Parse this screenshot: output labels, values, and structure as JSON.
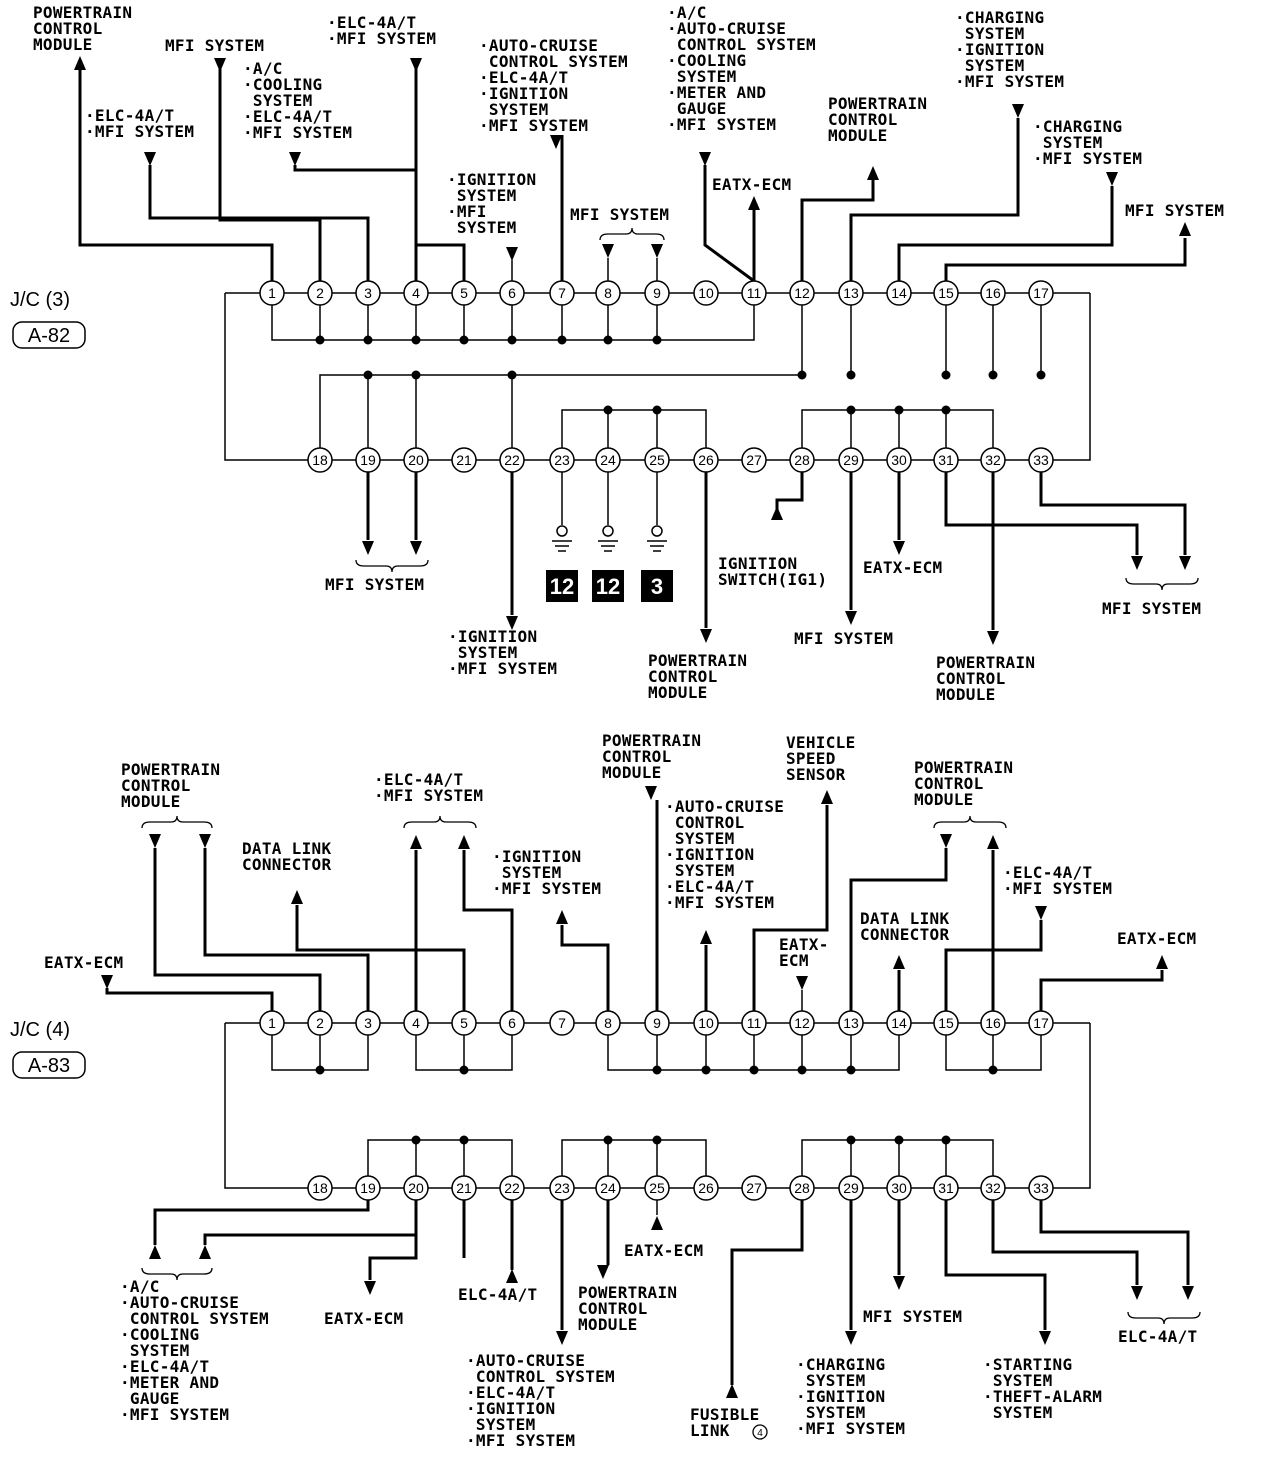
{
  "connectors": [
    {
      "name": "J/C (3)",
      "code": "A-82",
      "pins": [
        "1",
        "2",
        "3",
        "4",
        "5",
        "6",
        "7",
        "8",
        "9",
        "10",
        "11",
        "12",
        "13",
        "14",
        "15",
        "16",
        "17",
        "18",
        "19",
        "20",
        "21",
        "22",
        "23",
        "24",
        "25",
        "26",
        "27",
        "28",
        "29",
        "30",
        "31",
        "32",
        "33"
      ],
      "labels": [
        {
          "lines": [
            "POWERTRAIN",
            "CONTROL",
            "MODULE"
          ]
        },
        {
          "lines": [
            "MFI SYSTEM"
          ]
        },
        {
          "lines": [
            "·ELC-4A/T",
            "·MFI SYSTEM"
          ]
        },
        {
          "lines": [
            "·A/C",
            "·COOLING",
            "  SYSTEM",
            "·ELC-4A/T",
            "·MFI SYSTEM"
          ]
        },
        {
          "lines": [
            "·ELC-4A/T",
            "·MFI SYSTEM"
          ]
        },
        {
          "lines": [
            "·IGNITION",
            "  SYSTEM",
            "·MFI",
            "  SYSTEM"
          ]
        },
        {
          "lines": [
            "·AUTO-CRUISE",
            "  CONTROL SYSTEM",
            "·ELC-4A/T",
            "·IGNITION",
            "  SYSTEM",
            "·MFI SYSTEM"
          ]
        },
        {
          "lines": [
            "MFI SYSTEM"
          ]
        },
        {
          "lines": [
            "·A/C",
            "·AUTO-CRUISE",
            "  CONTROL SYSTEM",
            "·COOLING",
            "  SYSTEM",
            "·METER AND",
            "  GAUGE",
            "·MFI SYSTEM"
          ]
        },
        {
          "lines": [
            "EATX-ECM"
          ]
        },
        {
          "lines": [
            "POWERTRAIN",
            "CONTROL",
            "MODULE"
          ]
        },
        {
          "lines": [
            "·CHARGING",
            "  SYSTEM",
            "·IGNITION",
            "  SYSTEM",
            "·MFI SYSTEM"
          ]
        },
        {
          "lines": [
            "·CHARGING",
            "  SYSTEM",
            "·MFI SYSTEM"
          ]
        },
        {
          "lines": [
            "MFI SYSTEM"
          ]
        },
        {
          "lines": [
            "MFI SYSTEM"
          ]
        },
        {
          "lines": [
            "·IGNITION",
            "  SYSTEM",
            "·MFI SYSTEM"
          ]
        },
        {
          "lines": [
            "POWERTRAIN",
            "CONTROL",
            "MODULE"
          ]
        },
        {
          "lines": [
            "IGNITION",
            "SWITCH(IG1)"
          ]
        },
        {
          "lines": [
            "EATX-ECM"
          ]
        },
        {
          "lines": [
            "MFI SYSTEM"
          ]
        },
        {
          "lines": [
            "POWERTRAIN",
            "CONTROL",
            "MODULE"
          ]
        },
        {
          "lines": [
            "MFI SYSTEM"
          ]
        }
      ],
      "grounds": [
        "12",
        "12",
        "3"
      ]
    },
    {
      "name": "J/C (4)",
      "code": "A-83",
      "pins": [
        "1",
        "2",
        "3",
        "4",
        "5",
        "6",
        "7",
        "8",
        "9",
        "10",
        "11",
        "12",
        "13",
        "14",
        "15",
        "16",
        "17",
        "18",
        "19",
        "20",
        "21",
        "22",
        "23",
        "24",
        "25",
        "26",
        "27",
        "28",
        "29",
        "30",
        "31",
        "32",
        "33"
      ],
      "labels": [
        {
          "lines": [
            "POWERTRAIN",
            "CONTROL",
            "MODULE"
          ]
        },
        {
          "lines": [
            "EATX-ECM"
          ]
        },
        {
          "lines": [
            "DATA LINK",
            "CONNECTOR"
          ]
        },
        {
          "lines": [
            "·ELC-4A/T",
            "·MFI SYSTEM"
          ]
        },
        {
          "lines": [
            "·IGNITION",
            "  SYSTEM",
            "·MFI SYSTEM"
          ]
        },
        {
          "lines": [
            "POWERTRAIN",
            "CONTROL",
            "MODULE"
          ]
        },
        {
          "lines": [
            "·AUTO-CRUISE",
            "  CONTROL",
            "  SYSTEM",
            "·IGNITION",
            "  SYSTEM",
            "·ELC-4A/T",
            "·MFI SYSTEM"
          ]
        },
        {
          "lines": [
            "VEHICLE",
            "SPEED",
            "SENSOR"
          ]
        },
        {
          "lines": [
            "EATX-",
            "ECM"
          ]
        },
        {
          "lines": [
            "DATA LINK",
            "CONNECTOR"
          ]
        },
        {
          "lines": [
            "POWERTRAIN",
            "CONTROL",
            "MODULE"
          ]
        },
        {
          "lines": [
            "·ELC-4A/T",
            "·MFI SYSTEM"
          ]
        },
        {
          "lines": [
            "EATX-ECM"
          ]
        },
        {
          "lines": [
            "·A/C",
            "·AUTO-CRUISE",
            "  CONTROL SYSTEM",
            "·COOLING",
            "  SYSTEM",
            "·ELC-4A/T",
            "·METER AND",
            "  GAUGE",
            "·MFI SYSTEM"
          ]
        },
        {
          "lines": [
            "EATX-ECM"
          ]
        },
        {
          "lines": [
            "ELC-4A/T"
          ]
        },
        {
          "lines": [
            "·AUTO-CRUISE",
            "  CONTROL SYSTEM",
            "·ELC-4A/T",
            "·IGNITION",
            "  SYSTEM",
            "·MFI SYSTEM"
          ]
        },
        {
          "lines": [
            "POWERTRAIN",
            "CONTROL",
            "MODULE"
          ]
        },
        {
          "lines": [
            "EATX-ECM"
          ]
        },
        {
          "lines": [
            "FUSIBLE",
            "LINK"
          ]
        },
        {
          "lines": [
            "MFI SYSTEM"
          ]
        },
        {
          "lines": [
            "·CHARGING",
            "  SYSTEM",
            "·IGNITION",
            "  SYSTEM",
            "·MFI SYSTEM"
          ]
        },
        {
          "lines": [
            "·STARTING",
            "  SYSTEM",
            "·THEFT-ALARM",
            "  SYSTEM"
          ]
        },
        {
          "lines": [
            "ELC-4A/T"
          ]
        }
      ],
      "fusible_number": "4"
    }
  ]
}
